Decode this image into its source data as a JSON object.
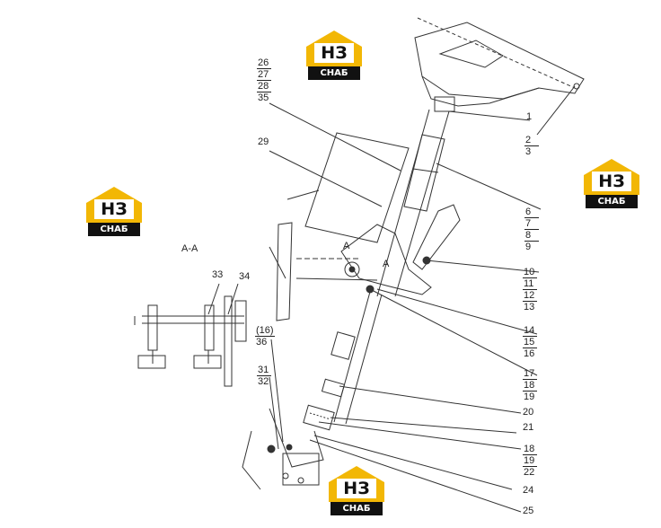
{
  "section_label": "A-A",
  "cut_marker": "A",
  "logo": {
    "mark": "НЗ",
    "sub": "СНАБ"
  },
  "callouts": {
    "c1": "1",
    "c2_3": [
      "2",
      "3"
    ],
    "c26_35": [
      "26",
      "27",
      "28",
      "35"
    ],
    "c29": "29",
    "c6_9": [
      "6",
      "7",
      "8",
      "9"
    ],
    "c10_13": [
      "10",
      "11",
      "12",
      "13"
    ],
    "c14_16": [
      "14",
      "15",
      "16"
    ],
    "c17_19": [
      "17",
      "18",
      "19"
    ],
    "c20": "20",
    "c21": "21",
    "c18_22": [
      "18",
      "19",
      "22"
    ],
    "c24": "24",
    "c25": "25",
    "c33": "33",
    "c34": "34",
    "c16_36": [
      "(16)",
      "36"
    ],
    "c31_32": [
      "31",
      "32"
    ]
  },
  "colors": {
    "logo_yellow": "#f2b705",
    "logo_black": "#111111",
    "line": "#333333"
  }
}
